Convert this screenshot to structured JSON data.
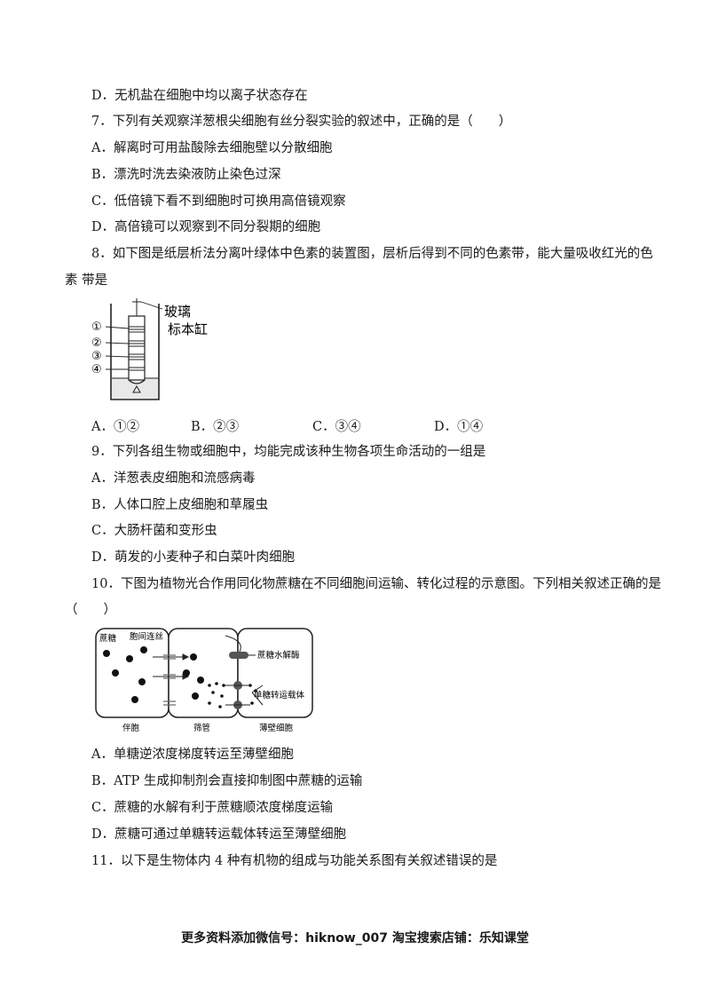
{
  "lines": {
    "l1": "D．无机盐在细胞中均以离子状态存在",
    "q7": "7．下列有关观察洋葱根尖细胞有丝分裂实验的叙述中，正确的是（　　）",
    "q7a": "A．解离时可用盐酸除去细胞壁以分散细胞",
    "q7b": "B．漂洗时洗去染液防止染色过深",
    "q7c": "C．低倍镜下看不到细胞时可换用高倍镜观察",
    "q7d": "D．高倍镜可以观察到不同分裂期的细胞",
    "q8": "8．如下图是纸层析法分离叶绿体中色素的装置图，层析后得到不同的色素带，能大量吸收红光的色",
    "q8b": "素  带是",
    "q9": "9．下列各组生物或细胞中，均能完成该种生物各项生命活动的一组是",
    "q9a": "A．洋葱表皮细胞和流感病毒",
    "q9b": "B．人体口腔上皮细胞和草履虫",
    "q9c": "C．大肠杆菌和变形虫",
    "q9d": "D．萌发的小麦种子和白菜叶肉细胞",
    "q10": "10．下图为植物光合作用同化物蔗糖在不同细胞间运输、转化过程的示意图。下列相关叙述正确的是",
    "q10b": "（　　）",
    "q10a": "A．单糖逆浓度梯度转运至薄壁细胞",
    "q10bb": "B．ATP 生成抑制剂会直接抑制图中蔗糖的运输",
    "q10c": "C．蔗糖的水解有利于蔗糖顺浓度梯度运输",
    "q10d": "D．蔗糖可通过单糖转运载体转运至薄壁细胞",
    "q11": "11．以下是生物体内 4 种有机物的组成与功能关系图有关叙述错误的是"
  },
  "q8_options": [
    "A．①②",
    "B．②③",
    "C．③④",
    "D．①④"
  ],
  "figure8": {
    "labels": [
      "①",
      "②",
      "③",
      "④"
    ],
    "jar_label_1": "玻璃",
    "jar_label_2": "标本缸"
  },
  "figure10": {
    "sucrose": "蔗糖",
    "plasmodesmata": "胞间连丝",
    "invertase": "蔗糖水解酶",
    "transporter": "单糖转运载体",
    "cell1": "伴胞",
    "cell2": "筛管",
    "cell3": "薄壁细胞"
  },
  "footer": "更多资料添加微信号：hiknow_007  淘宝搜索店铺：乐知课堂"
}
